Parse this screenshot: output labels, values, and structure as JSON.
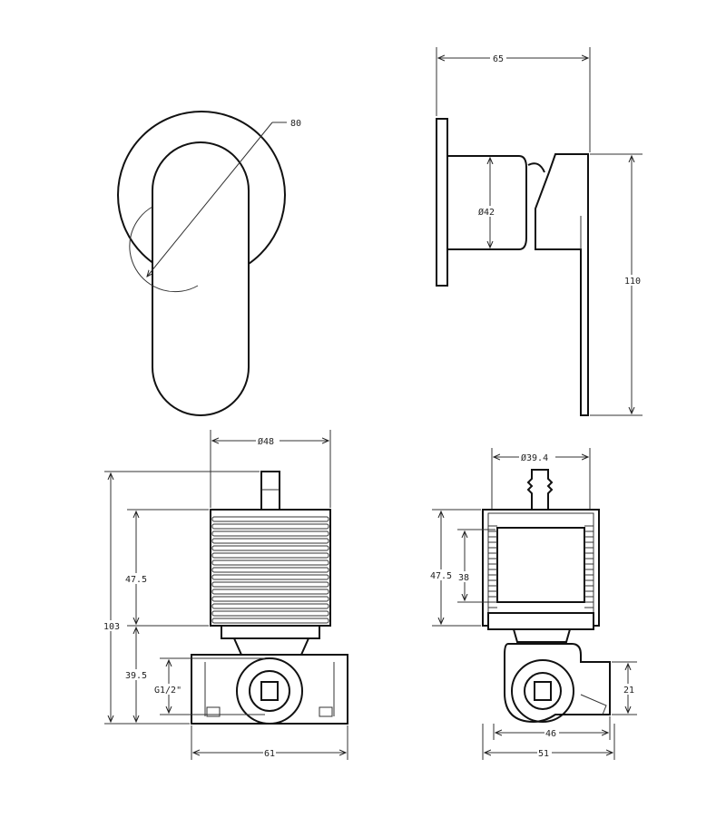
{
  "views": {
    "front_handle": {
      "diameter_label": "80"
    },
    "side_handle": {
      "width_label": "65",
      "body_diameter_label": "Ø42",
      "height_label": "110"
    },
    "front_valve": {
      "diameter_label": "Ø48",
      "upper_height_label": "47.5",
      "total_height_label": "103",
      "lower_height_label": "39.5",
      "thread_label": "G1/2\"",
      "width_label": "61"
    },
    "side_valve": {
      "diameter_label": "Ø39.4",
      "upper_height_label": "47.5",
      "inner_height_label": "38",
      "outlet_label": "21",
      "inner_width_label": "46",
      "width_label": "51"
    }
  }
}
